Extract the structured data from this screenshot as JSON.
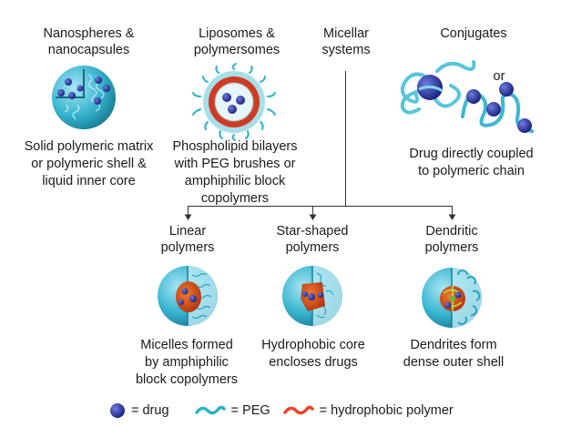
{
  "categories": {
    "nanospheres": {
      "title": "Nanospheres &\nnanocapsules",
      "description": "Solid polymeric matrix\nor polymeric shell &\nliquid inner core"
    },
    "liposomes": {
      "title": "Liposomes &\npolymersomes",
      "description": "Phospholipid bilayers\nwith PEG brushes or\namphiphilic block\ncopolymers"
    },
    "micellar": {
      "title": "Micellar\nsystems"
    },
    "conjugates": {
      "title": "Conjugates",
      "or_label": "or",
      "description": "Drug directly coupled\nto polymeric chain"
    }
  },
  "micellar_subtypes": [
    {
      "title": "Linear\npolymers",
      "description": "Micelles formed\nby amphiphilic\nblock copolymers"
    },
    {
      "title": "Star-shaped\npolymers",
      "description": "Hydrophobic core\nencloses drugs"
    },
    {
      "title": "Dendritic\npolymers",
      "description": "Dendrites form\ndense outer shell"
    }
  ],
  "legend": [
    {
      "icon": "drug-sphere-icon",
      "label": "= drug",
      "color": "#2e3aa8"
    },
    {
      "icon": "peg-wave-icon",
      "label": "= PEG",
      "color": "#2bb3c8"
    },
    {
      "icon": "hydrophobic-wave-icon",
      "label": "= hydrophobic polymer",
      "color": "#e8452a"
    }
  ],
  "colors": {
    "drug": "#2e3aa8",
    "peg": "#2bb3c8",
    "shell": "#3cb8d2",
    "hydrophobic": "#d9461e",
    "bilayer": "#d03a22",
    "connector": "#333333"
  }
}
